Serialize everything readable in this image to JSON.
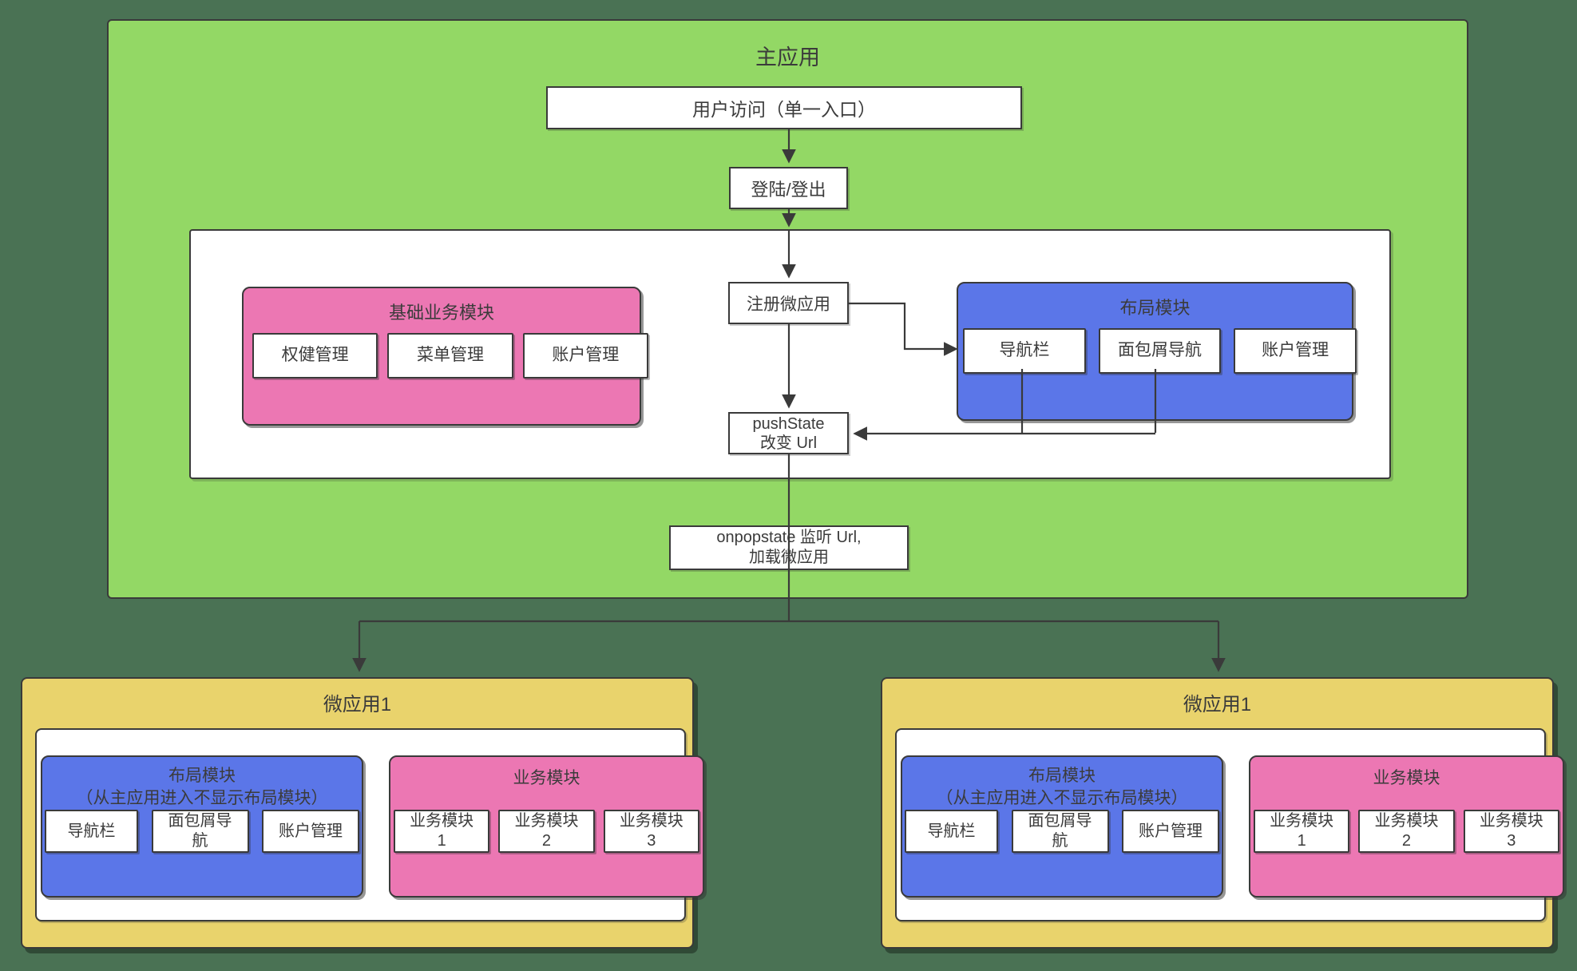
{
  "colors": {
    "background": "#4a7254",
    "main_container_green": "#93d865",
    "micro_container_yellow": "#e9d36c",
    "module_pink": "#ec77b3",
    "module_blue": "#5b76e8",
    "border": "#3a3a3a"
  },
  "main_app": {
    "title": "主应用",
    "entry_label": "用户访问（单一入口）",
    "login_label": "登陆/登出",
    "register_label": "注册微应用",
    "pushstate_lines": [
      "pushState",
      "改变 Url"
    ],
    "onpopstate_lines": [
      "onpopstate 监听 Url,",
      "加载微应用"
    ],
    "base_module": {
      "title": "基础业务模块",
      "items": [
        "权健管理",
        "菜单管理",
        "账户管理"
      ]
    },
    "layout_module": {
      "title": "布局模块",
      "items": [
        "导航栏",
        "面包屑导航",
        "账户管理"
      ]
    }
  },
  "micro_apps": [
    {
      "title": "微应用1",
      "layout_module": {
        "title_lines": [
          "布局模块",
          "（从主应用进入不显示布局模块）"
        ],
        "items": [
          {
            "lines": [
              "导航栏"
            ]
          },
          {
            "lines": [
              "面包屑导",
              "航"
            ]
          },
          {
            "lines": [
              "账户管理"
            ]
          }
        ]
      },
      "business_module": {
        "title": "业务模块",
        "items": [
          {
            "lines": [
              "业务模块",
              "1"
            ]
          },
          {
            "lines": [
              "业务模块",
              "2"
            ]
          },
          {
            "lines": [
              "业务模块",
              "3"
            ]
          }
        ]
      }
    },
    {
      "title": "微应用1",
      "layout_module": {
        "title_lines": [
          "布局模块",
          "（从主应用进入不显示布局模块）"
        ],
        "items": [
          {
            "lines": [
              "导航栏"
            ]
          },
          {
            "lines": [
              "面包屑导",
              "航"
            ]
          },
          {
            "lines": [
              "账户管理"
            ]
          }
        ]
      },
      "business_module": {
        "title": "业务模块",
        "items": [
          {
            "lines": [
              "业务模块",
              "1"
            ]
          },
          {
            "lines": [
              "业务模块",
              "2"
            ]
          },
          {
            "lines": [
              "业务模块",
              "3"
            ]
          }
        ]
      }
    }
  ]
}
